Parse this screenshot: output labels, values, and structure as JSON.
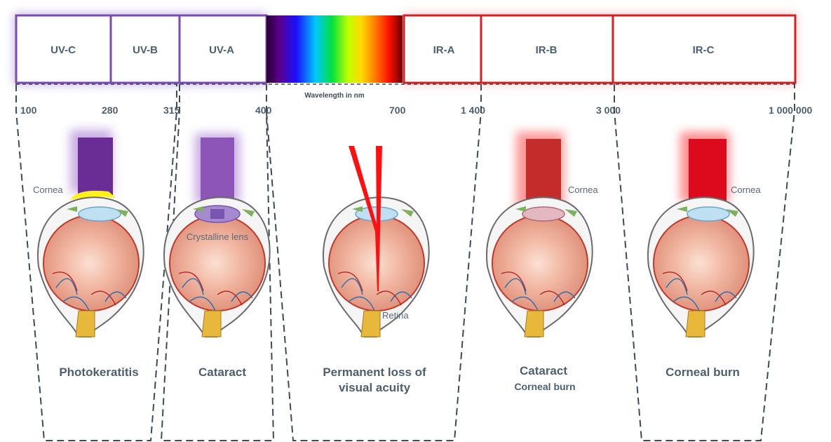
{
  "bands": [
    {
      "id": "uvc",
      "label": "UV-C"
    },
    {
      "id": "uvb",
      "label": "UV-B"
    },
    {
      "id": "uva",
      "label": "UV-A"
    },
    {
      "id": "ira",
      "label": "IR-A"
    },
    {
      "id": "irb",
      "label": "IR-B"
    },
    {
      "id": "irc",
      "label": "IR-C"
    }
  ],
  "wavelength_caption": "Wavelength in nm",
  "ticks": [
    "100",
    "280",
    "315",
    "400",
    "700",
    "1 400",
    "3 000",
    "1 000 000"
  ],
  "colors": {
    "uv_band": "#7a4bb0",
    "ir_band": "#d42020",
    "text": "#4d5f6f",
    "beam_uvc": "#6a2c95",
    "beam_uva": "#8e55b8",
    "beam_visible": "#ff1010",
    "beam_irb": "#c42b2b",
    "beam_irc": "#dd0a1e"
  },
  "eyes": [
    {
      "id": "uvc",
      "anatomy_label": "Cornea",
      "caption": "Photokeratitis"
    },
    {
      "id": "uva",
      "anatomy_label": "Crystalline lens",
      "caption": "Cataract"
    },
    {
      "id": "visible",
      "anatomy_label": "Retina",
      "caption_line1": "Permanent loss of",
      "caption_line2": "visual acuity"
    },
    {
      "id": "irb",
      "anatomy_label": "Cornea",
      "caption": "Cataract",
      "caption_sub": "Corneal burn"
    },
    {
      "id": "irc",
      "anatomy_label": "Cornea",
      "caption": "Corneal burn"
    }
  ]
}
